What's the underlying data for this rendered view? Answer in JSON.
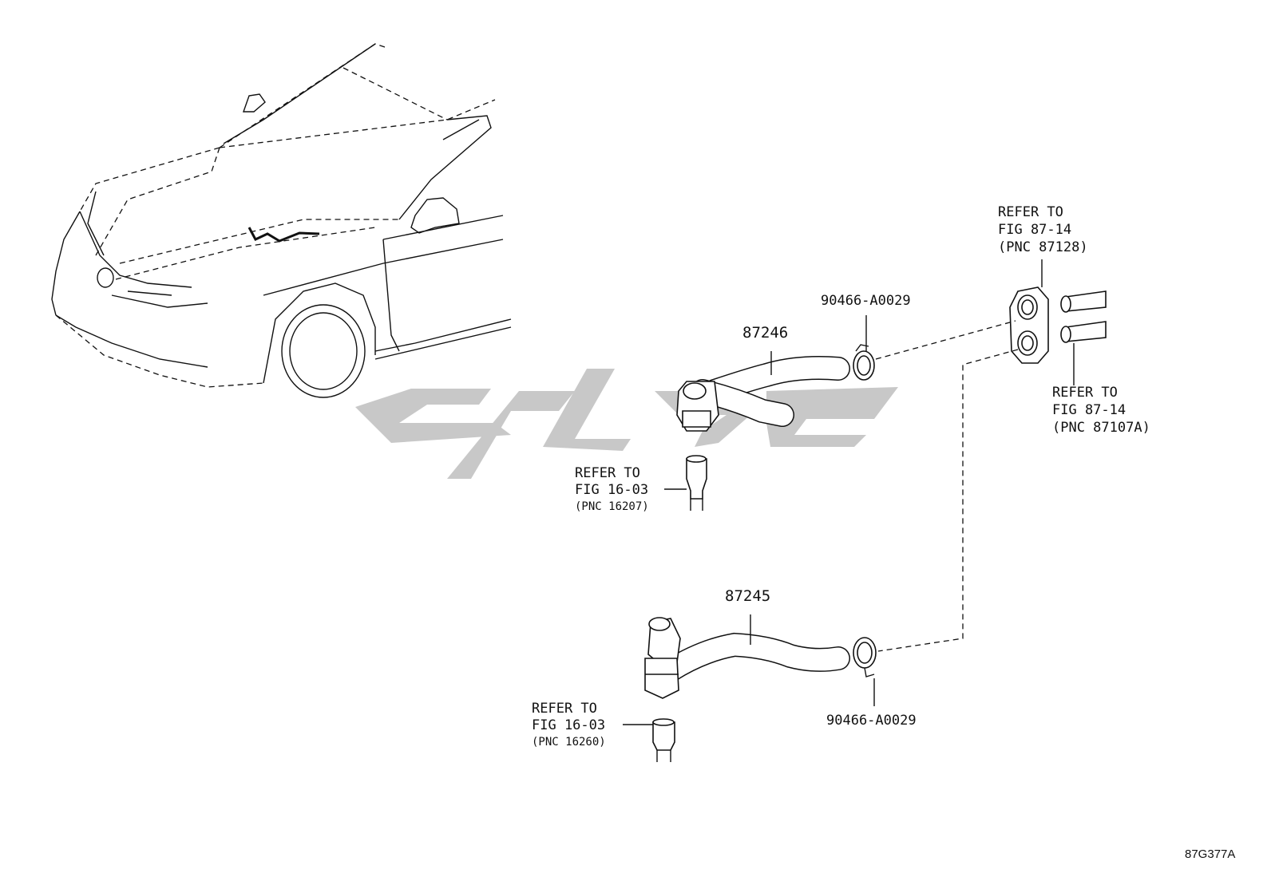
{
  "figure_code": "87G377A",
  "parts": {
    "hose_upper": {
      "number": "87246"
    },
    "hose_lower": {
      "number": "87245"
    },
    "clamp_upper": {
      "number": "90466-A0029"
    },
    "clamp_lower": {
      "number": "90466-A0029"
    }
  },
  "refs": {
    "ref_87128": {
      "line1": "REFER TO",
      "line2": "FIG 87-14",
      "line3": "(PNC 87128)"
    },
    "ref_87107a": {
      "line1": "REFER TO",
      "line2": "FIG 87-14",
      "line3": "(PNC 87107A)"
    },
    "ref_16207": {
      "line1": "REFER TO",
      "line2": "FIG 16-03",
      "line3": "(PNC 16207)"
    },
    "ref_16260": {
      "line1": "REFER TO",
      "line2": "FIG 16-03",
      "line3": "(PNC 16260)"
    }
  }
}
